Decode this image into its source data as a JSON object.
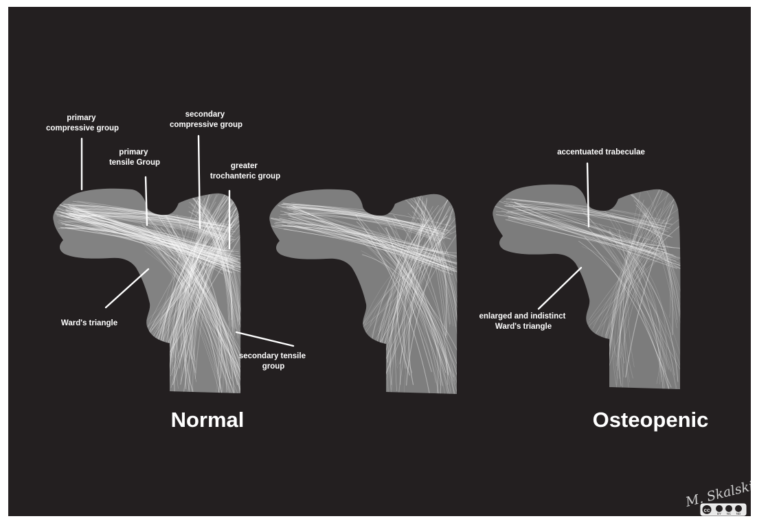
{
  "labels": {
    "primary_compressive": [
      "primary",
      "compressive group"
    ],
    "primary_tensile": [
      "primary",
      "tensile Group"
    ],
    "secondary_compressive": [
      "secondary",
      "compressive group"
    ],
    "greater_trochanteric": [
      "greater",
      "trochanteric group"
    ],
    "wards_triangle": "Ward's triangle",
    "secondary_tensile": [
      "secondary tensile",
      "group"
    ],
    "accentuated": "accentuated trabeculae",
    "enlarged_wards": [
      "enlarged and indistinct",
      "Ward's triangle"
    ]
  },
  "captions": {
    "normal": "Normal",
    "osteopenic": "Osteopenic"
  },
  "signature": "M. Skalski",
  "license_marks": [
    "BY",
    "NC",
    "ND"
  ],
  "colors": {
    "background": "#231f20",
    "bone": "#7a7a7a",
    "trabeculae": "#ffffff",
    "text": "#ffffff"
  }
}
